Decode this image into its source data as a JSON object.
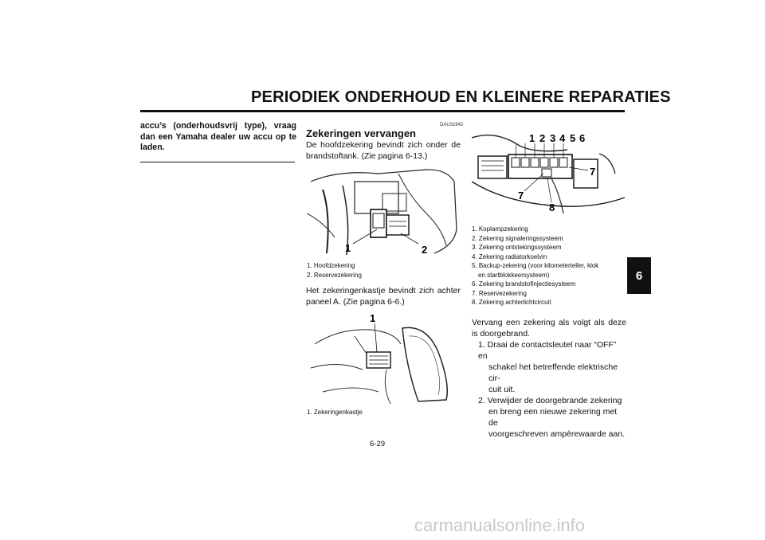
{
  "header": {
    "title": "PERIODIEK ONDERHOUD EN KLEINERE REPARATIES"
  },
  "notice": {
    "text": "accu’s (onderhoudsvrij type), vraag dan een Yamaha dealer uw accu op te laden."
  },
  "section": {
    "code": "DAU32842",
    "heading": "Zekeringen vervangen",
    "intro": "De hoofdzekering bevindt zich onder de brandstoftank. (Zie pagina 6-13.)",
    "fig1": {
      "labels": [
        "1",
        "2"
      ],
      "captions": [
        "1. Hoofdzekering",
        "2. Reservezekering"
      ]
    },
    "para2": "Het zekeringenkastje bevindt zich achter paneel A. (Zie pagina 6-6.)",
    "fig2": {
      "labels": [
        "1"
      ],
      "captions": [
        "1. Zekeringenkastje"
      ]
    }
  },
  "right": {
    "fig3": {
      "labels": [
        "1",
        "2",
        "3",
        "4",
        "5",
        "6",
        "7",
        "7",
        "8"
      ]
    },
    "captions": [
      "1. Koplampzekering",
      "2. Zekering signaleringssysteem",
      "3. Zekering ontstekingssysteem",
      "4. Zekering radiatorkoelvin",
      "5. Backup-zekering (voor kilometerteller, klok",
      "en startblokkeersysteem)",
      "6. Zekering brandstofinjectiesysteem",
      "7. Reservezekering",
      "8. Zekering achterlichtcircuit"
    ],
    "para": "Vervang een zekering als volgt als deze is doorgebrand.",
    "steps": [
      "1. Draai de contactsleutel naar “OFF” en",
      "schakel het betreffende elektrische cir-",
      "cuit uit.",
      "2. Verwijder de doorgebrande zekering",
      "en breng een nieuwe zekering met de",
      "voorgeschreven ampèrewaarde aan."
    ]
  },
  "tab": {
    "label": "6"
  },
  "page_number": "6-29",
  "watermark": "carmanualsonline.info"
}
